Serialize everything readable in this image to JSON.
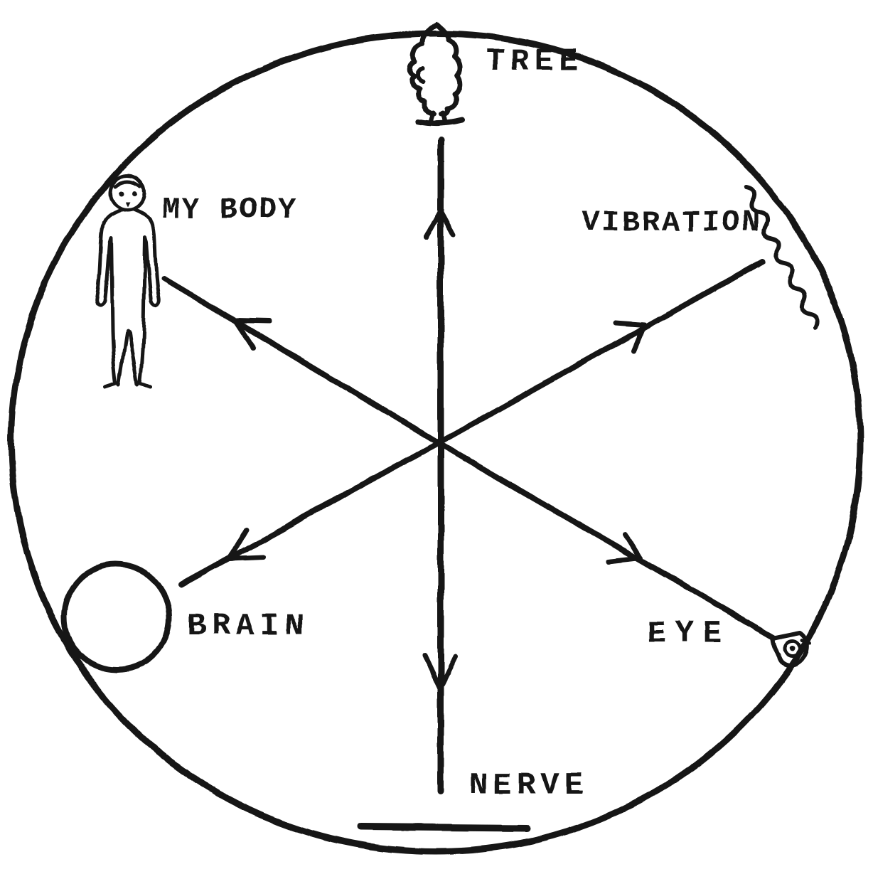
{
  "colors": {
    "ink": "#141414",
    "paper": "#ffffff"
  },
  "labels": {
    "tree": "TREE",
    "my_body": "MY BODY",
    "vibration": "VIBRATION",
    "brain": "BRAIN",
    "eye": "EYE",
    "nerve": "NERVE"
  },
  "diagram": {
    "type": "radial-cycle",
    "boundary": "large hand-drawn circle enclosing all elements",
    "center": "six rays meet at the middle of the circle",
    "nodes": [
      {
        "label": "TREE",
        "icon": "tree-icon",
        "position": "top"
      },
      {
        "label": "MY BODY",
        "icon": "human-figure-icon",
        "position": "upper-left"
      },
      {
        "label": "VIBRATION",
        "icon": "wavy-line-icon",
        "position": "upper-right"
      },
      {
        "label": "BRAIN",
        "icon": "circle-icon",
        "position": "lower-left"
      },
      {
        "label": "EYE",
        "icon": "eye-icon",
        "position": "lower-right"
      },
      {
        "label": "NERVE",
        "icon": "horizontal-line-icon",
        "position": "bottom"
      }
    ],
    "arrows": [
      {
        "from": "center",
        "to": "TREE",
        "direction": "up"
      },
      {
        "from": "center",
        "to": "NERVE",
        "direction": "down"
      },
      {
        "from": "center",
        "to": "MY BODY",
        "direction": "upper-left"
      },
      {
        "from": "center",
        "to": "VIBRATION",
        "direction": "upper-right"
      },
      {
        "from": "center",
        "to": "BRAIN",
        "direction": "lower-left"
      },
      {
        "from": "center",
        "to": "EYE",
        "direction": "lower-right"
      }
    ]
  }
}
